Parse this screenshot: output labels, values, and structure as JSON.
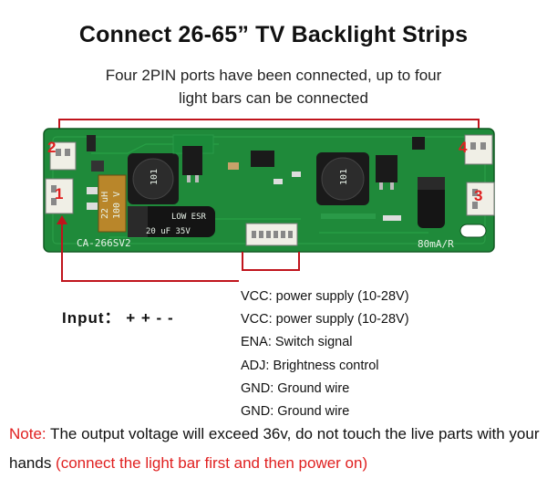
{
  "title": "Connect 26-65” TV Backlight Strips",
  "subtitle_line1": "Four 2PIN ports have been connected, up to four",
  "subtitle_line2": "light bars can be connected",
  "port_numbers": [
    "1",
    "2",
    "3",
    "4"
  ],
  "board": {
    "model": "CA-266SV2",
    "current": "80mA/R",
    "inductor_label": "101",
    "capacitor_text_1": "22 uH",
    "capacitor_text_2": "100 V",
    "capacitor_text_3": "LOW ESR",
    "capacitor_text_4": "20 uF 35V"
  },
  "input_label": "Input： + + - -",
  "pins": [
    "VCC: power supply (10-28V)",
    "VCC: power supply (10-28V)",
    "ENA: Switch signal",
    "ADJ: Brightness control",
    "GND: Ground wire",
    "GND: Ground wire"
  ],
  "note": {
    "label": "Note:",
    "text": " The output voltage will exceed 36v, do not touch the live parts with your hands ",
    "warning": "(connect the light bar first and then power on)"
  },
  "colors": {
    "accent_red": "#e02020",
    "pcb_green": "#1f8a3a",
    "pcb_dark": "#156b2b"
  }
}
